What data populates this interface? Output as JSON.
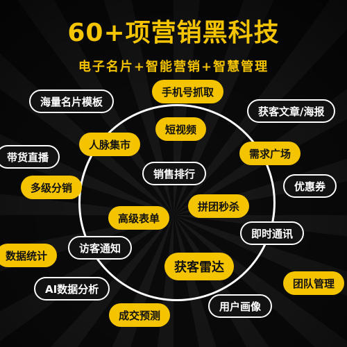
{
  "title": "60+项营销黑科技",
  "subtitle": "电子名片+智能营销+智慧管理",
  "features": {
    "f1": "海量名片模板",
    "f2": "手机号抓取",
    "f3": "获客文章/海报",
    "f4": "短视频",
    "f5": "人脉集市",
    "f6": "需求广场",
    "f7": "带货直播",
    "f8": "销售排行",
    "f9": "多级分销",
    "f10": "优惠券",
    "f11": "拼团秒杀",
    "f12": "高级表单",
    "f13": "即时通讯",
    "f14": "数据统计",
    "f15": "访客通知",
    "f16": "获客雷达",
    "f17": "团队管理",
    "f18": "AI数据分析",
    "f19": "用户画像",
    "f20": "成交预测"
  },
  "colors": {
    "accent": "#f5c400",
    "background": "#0b0b0b",
    "outline": "#ffffff"
  }
}
